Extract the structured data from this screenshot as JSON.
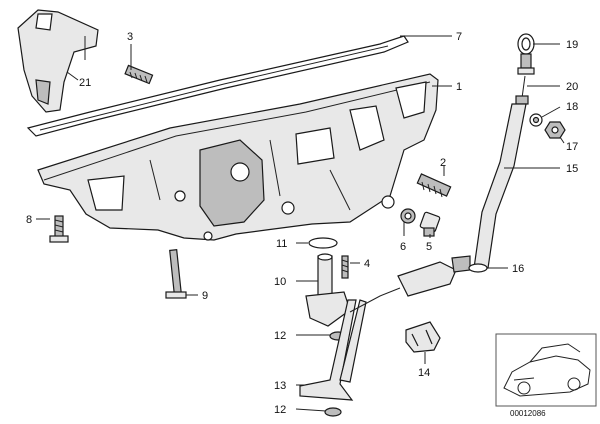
{
  "callouts": {
    "c1": "1",
    "c2": "2",
    "c3": "3",
    "c4": "4",
    "c5": "5",
    "c6": "6",
    "c7": "7",
    "c8": "8",
    "c9": "9",
    "c10": "10",
    "c11": "11",
    "c12a": "12",
    "c12b": "12",
    "c13": "13",
    "c14": "14",
    "c15": "15",
    "c16": "16",
    "c17": "17",
    "c18": "18",
    "c19": "19",
    "c20": "20",
    "c21": "21"
  },
  "reference_number": "00012086"
}
